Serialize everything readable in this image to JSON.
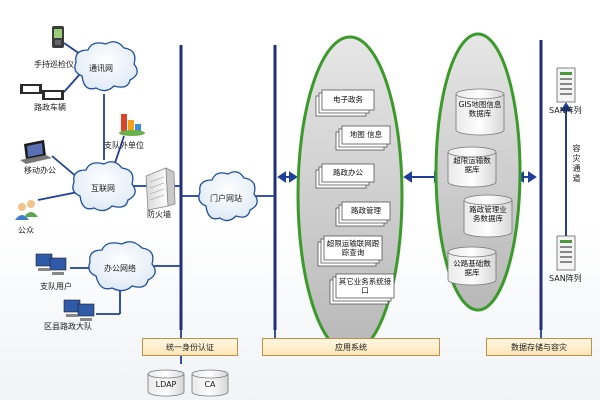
{
  "devices": {
    "handheld": "手持巡检仪",
    "vehicle": "路政车辆",
    "mobile_office": "移动办公",
    "public": "公众",
    "external_unit": "支队外单位",
    "firewall": "防火墙",
    "branch_users": "支队用户",
    "county_team": "区县路政大队"
  },
  "clouds": {
    "telecom": "通讯网",
    "internet": "互联网",
    "office_net": "办公网络",
    "portal": "门户网站"
  },
  "apps": [
    {
      "label": "电子政务"
    },
    {
      "label": "地图 信息"
    },
    {
      "label": "路政办公"
    },
    {
      "label": "路政管理"
    },
    {
      "label": "超限运输联网跟踪查询"
    },
    {
      "label": "其它业务系统接口"
    }
  ],
  "databases": [
    {
      "label": "GIS地图信息数据库"
    },
    {
      "label": "超限运输数据库"
    },
    {
      "label": "路政管理业务数据库"
    },
    {
      "label": "公路基础数据库"
    }
  ],
  "storage": {
    "san_top": "SAN阵列",
    "san_bottom": "SAN阵列",
    "dr_channel": "容灾通道"
  },
  "banners": {
    "auth": "统一身份认证",
    "apps": "应用系统",
    "storage": "数据存储与容灾"
  },
  "auth_db": {
    "ldap": "LDAP",
    "ca": "CA"
  }
}
